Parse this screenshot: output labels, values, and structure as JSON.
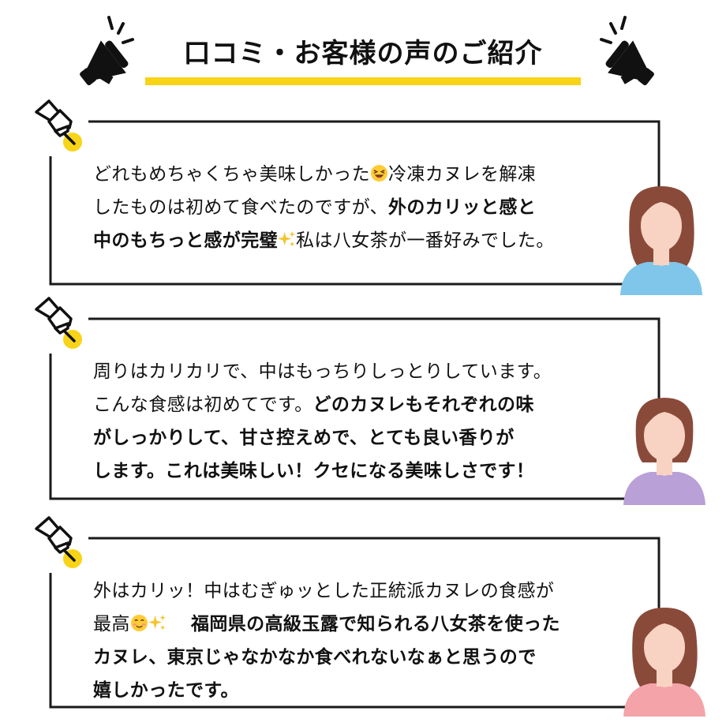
{
  "header": {
    "title": "口コミ・お客様の声のご紹介"
  },
  "colors": {
    "accent": "#f7d417",
    "ink": "#111111",
    "frame": "#1a1a1a",
    "shirt_blue": "#7fc6ea",
    "shirt_purple": "#b9a0d6",
    "shirt_pink": "#f4a3a8",
    "hair": "#8a4a3a",
    "skin": "#f8d3c3"
  },
  "icons": {
    "left": "megaphone-icon",
    "right": "megaphone-icon",
    "pin": "push-pin-icon"
  },
  "reviews": [
    {
      "segments": [
        {
          "t": "どれもめちゃくちゃ美味しかった"
        },
        {
          "emoji": "grinning-squint-emoji"
        },
        {
          "t": "冷凍カヌレを解凍\nしたものは初めて食べたのですが、"
        },
        {
          "t": "外のカリッと感と\n中のもちっと感が完璧",
          "b": true
        },
        {
          "emoji": "sparkles-emoji"
        },
        {
          "t": "私は八女茶が一番好みでした。"
        }
      ],
      "avatar": "avatar-woman-blue-shirt"
    },
    {
      "segments": [
        {
          "t": "周りはカリカリで、中はもっちりしっとりしています。\nこんな食感は初めてです。"
        },
        {
          "t": "どのカヌレもそれぞれの味\nがしっかりして、甘さ控えめで、とても良い香りが\nします。これは美味しい！クセになる美味しさです！",
          "b": true
        }
      ],
      "avatar": "avatar-woman-purple-shirt"
    },
    {
      "segments": [
        {
          "t": "外はカリッ！中はむぎゅッとした正統派カヌレの食感が\n最高"
        },
        {
          "emoji": "smiling-blush-emoji"
        },
        {
          "emoji": "sparkles-emoji"
        },
        {
          "t": "　 "
        },
        {
          "t": "福岡県の高級玉露で知られる八女茶を使った\nカヌレ、東京じゃなかなか食べれないなぁと思うので\n嬉しかったです。",
          "b": true
        }
      ],
      "avatar": "avatar-woman-pink-shirt"
    }
  ]
}
